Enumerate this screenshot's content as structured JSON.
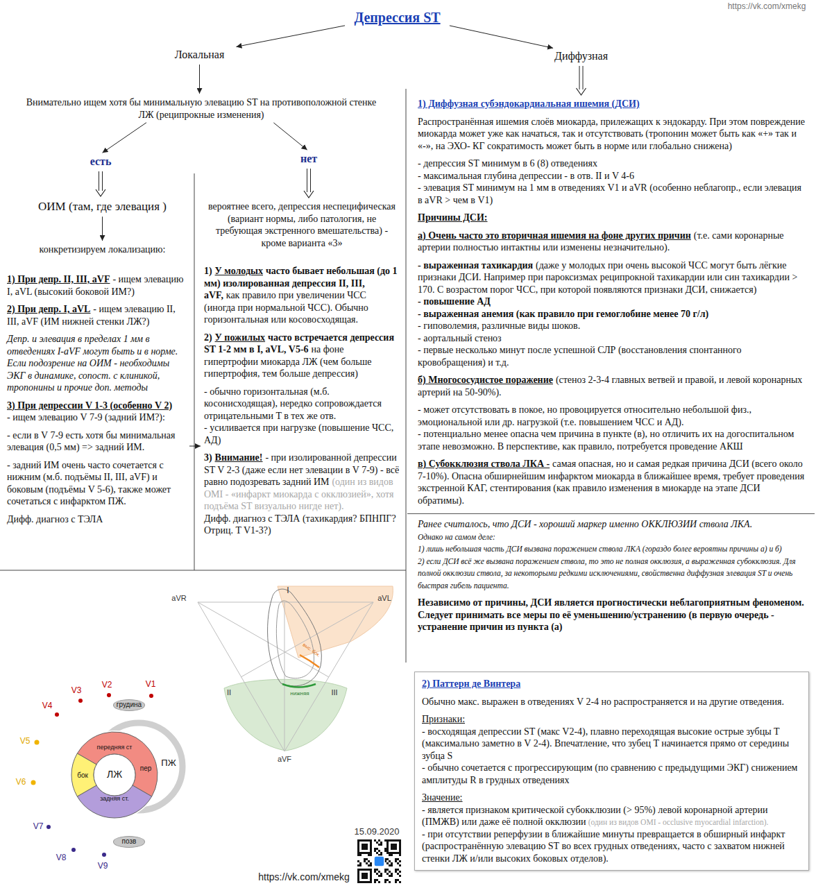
{
  "diagram": {
    "nodes": [
      {
        "text": [
          "Депрессия ST"
        ]
      },
      {
        "text": [
          "Локальная"
        ]
      },
      {
        "text": [
          "Диффузная"
        ]
      },
      {
        "text": [
          "Внимательно ищем хотя бы минимальную элевацию ST на противоположной стенке ЛЖ (реципрокные изменения)"
        ]
      },
      {
        "text": [
          "есть"
        ]
      },
      {
        "text": [
          "нет"
        ]
      },
      {
        "text": [
          "ОИМ (там, где элевация )"
        ]
      },
      {
        "text": [
          "конкретизируем локализацию:"
        ]
      },
      {
        "text": [
          "1) При депр. II, III, aVF",
          "- ищем элевацию I, aVL (высокий боковой ИМ?)",
          "2) При депр. I, aVL",
          "- ищем элевацию II, III, aVF (ИМ нижней стенки ЛЖ?)",
          "Депр. и элевация в пределах 1 мм в отведениях I-aVF могут быть и в норме. Если подозрение на ОИМ - необходимы ЭКГ в динамике, сопост. с клиникой, тропонины и прочие доп. методы",
          "3) При депрессии V 1-3 (особенно V 2)",
          "- ищем элевацию V 7-9 (задний ИМ?):",
          "- если в V 7-9 есть хотя бы минимальная элевация (0,5 мм) => задний ИМ.",
          "- задний ИМ очень часто сочетается с нижним (м.б. подъёмы II, III, aVF) и боковым (подъёмы V 5-6), также может сочетаться с инфарктом ПЖ.",
          "Дифф. диагноз с ТЭЛА"
        ]
      },
      {
        "text": [
          "вероятнее всего, депрессия неспецифическая (вариант нормы, либо патология, не требующая экстренного вмешательства) - кроме варианта «3»"
        ]
      },
      {
        "text": [
          "1)",
          "У молодых",
          "часто бывает небольшая (до 1 мм) изолированная депрессия II, III, aVF,",
          "как правило при увеличении ЧСС (иногда при нормальной ЧСС). Обычно горизонтальная или косовосходящая.",
          "2)",
          "У пожилых",
          "часто встречается депрессия ST 1-2 мм в I, aVL, V5-6",
          "на фоне гипертрофии миокарда ЛЖ (чем больше гипертрофия, тем больше депрессия)",
          "- обычно горизонтальная (м.б. косонисходящая), нередко сопровождается отрицательными T в тех же отв.",
          "- усиливается при нагрузке (повышение ЧСС, АД)",
          "3)",
          "Внимание!",
          "- при изолированной депрессии ST V 2-3 (даже если нет элевации в V 7-9) - всё равно подозревать задний ИМ",
          "(один из видов OMI - «инфаркт миокарда с окклюзией», хотя подъёма ST визуально нигде нет).",
          "Дифф. диагноз с ТЭЛА (тахикардия? БПНПГ? Отриц. T V1-3?)"
        ]
      },
      {
        "text": [
          "1) Диффузная субэндокардиальная ишемия (ДСИ)",
          "Распространённая ишемия слоёв миокарда, прилежащих к эндокарду. При этом повреждение миокарда может уже как начаться, так и отсутствовать (тропонин может быть как «+» так и «-», на ЭХО- КГ сократимость может быть в норме или глобально снижена)",
          "- депрессия ST минимум в 6 (8) отведениях",
          "- максимальная глубина депрессии - в отв. II и V 4-6",
          "- элевация ST минимум на 1 мм в отведениях V1 и aVR (особенно неблагопр., если элевация в aVR > чем в V1)",
          "Причины ДСИ:",
          "а) Очень часто это вторичная ишемия на фоне других причин",
          "(т.е. сами коронарные артерии полностью интактны или изменены незначительно).",
          "- выраженная тахикардия",
          "(даже у молодых при очень высокой ЧСС могут быть лёгкие признаки ДСИ. Например при пароксизмах реципрокной тахикардии или син тахикардии > 170. С возрастом порог ЧСС, при которой появляются признаки ДСИ, снижается)",
          "- повышение АД",
          "- выраженная анемия (как правило при гемоглобине менее 70 г/л)",
          "- гиповолемия, различные виды шоков.",
          "- аортальный стеноз",
          "- первые несколько минут после успешной СЛР (восстановления спонтанного кровобращения) и т.д.",
          "б) Многососудистое поражение",
          "(стеноз 2-3-4 главных ветвей и правой, и левой коронарных артерий на 50-90%).",
          "- может отсутствовать в покое, но провоцируется относительно небольшой физ., эмоциональной или др. нагрузкой (т.е. повышением ЧСС и АД).",
          "- потенциально менее опасна чем причина в пункте (в), но отличить их на догоспитальном этапе невозможно. В перспективе, как правило, потребуется проведение АКШ",
          "в) Субокклюзия ствола ЛКА -",
          "самая опасная, но и самая редкая причина ДСИ (всего около 7-10%). Опасна обширнейшим инфарктом миокарда в ближайшее время, требует проведения экстренной КАГ, стентирования (как правило изменения в миокарде на этапе ДСИ обратимы).",
          "Ранее считалось, что ДСИ - хороший маркер именно ОККЛЮЗИИ ствола ЛКА.",
          "Однако на самом деле:",
          "1) лишь небольшая часть ДСИ вызвана поражением ствола ЛКА (гораздо более вероятны причины а) и б)",
          "2) если ДСИ всё же вызвана поражением ствола, то это не полная окклюзия, а выраженная субокклюзия. Для полной окклюзии ствола, за некоторыми редкими исключениями, свойственна диффузная элевация ST и очень быстрая гибель пациента.",
          "Независимо от причины, ДСИ является прогностически неблагоприятным феноменом. Следует принимать все меры по её уменьшению/устранению (в первую очередь - устранение причин из пункта (а)"
        ]
      },
      {
        "text": [
          "2) Паттерн де Винтера",
          "Обычно макс. выражен в отведениях V 2-4 но распространяется и на другие отведения.",
          "Признаки:",
          "- восходящая депрессии ST (макс V2-4), плавно переходящая высокие острые зубцы T (максимально заметно в V 2-4). Впечатление, что зубец T начинается прямо от середины зубца S",
          "- обычно сочетается с прогрессирующим (по сравнению с предыдущими ЭКГ) снижением амплитуды R в грудных отведениях",
          "Значение:",
          "- является признаком критической субокклюзии (> 95%) левой коронарной артерии (ПМЖВ) или даже её полной окклюзии",
          "(один из видов OMI - occlusive myocardial infarction).",
          "- при отсутствии реперфузии в ближайшие минуты превращается в обширный инфаркт (распространённую элевацию ST во всех грудных отведениях, часто с захватом нижней стенки ЛЖ и/или высоких боковых отделов)."
        ]
      },
      {
        "text": [
          "грудина"
        ]
      },
      {
        "text": [
          "позв"
        ]
      }
    ],
    "edges": [
      {
        "from": 0,
        "to": 1,
        "arrow": "to"
      },
      {
        "from": 0,
        "to": 2,
        "arrow": "to"
      },
      {
        "from": 1,
        "to": 3,
        "arrow": "to"
      },
      {
        "from": 3,
        "to": 4,
        "arrow": "to"
      },
      {
        "from": 3,
        "to": 5,
        "arrow": "to"
      },
      {
        "from": 4,
        "to": 6,
        "arrow": "to"
      },
      {
        "from": 6,
        "to": 7,
        "arrow": "to"
      },
      {
        "from": 5,
        "to": 9,
        "arrow": "to"
      },
      {
        "from": 2,
        "to": 11,
        "arrow": "to"
      },
      {
        "from": 8,
        "to": 10,
        "arrow": "to"
      }
    ],
    "labels": [
      "https://vk.com/xmekg",
      "aVR",
      "I",
      "aVL",
      "выс. бок.",
      "нижняя",
      "II",
      "III",
      "aVF",
      "V3",
      "V2",
      "V1",
      "V4",
      "V5",
      "V6",
      "передняя ст",
      "бок",
      "ЛЖ",
      "пер",
      "ПЖ",
      "задняя ст.",
      "V7",
      "V8",
      "V9",
      "15.09.2020",
      "https://vk.com/xmekg"
    ]
  }
}
